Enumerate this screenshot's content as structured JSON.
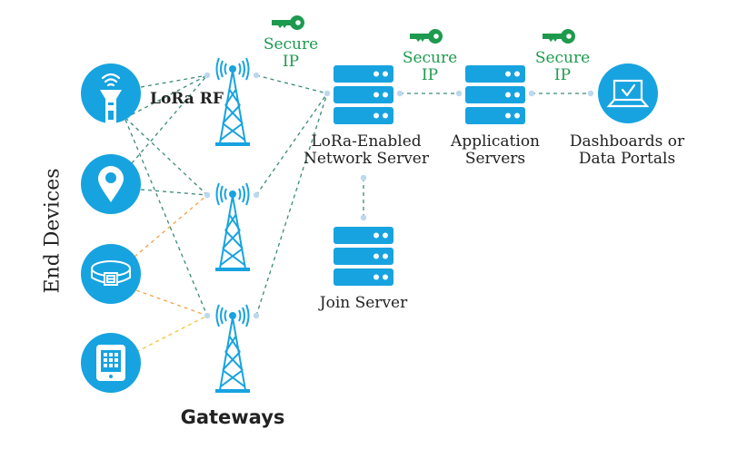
{
  "colors": {
    "device_blue": "#17a3e0",
    "secure_green": "#1e9a4e",
    "line_teal": "#3a8a7a",
    "line_orange": "#f0a24a",
    "line_yellow": "#f2c230",
    "node_dot": "#bcd8ee",
    "text_dark": "#222222"
  },
  "end_devices": {
    "label": "End Devices",
    "items": [
      {
        "name": "flashlight-sensor",
        "icon": "flashlight-wifi-icon"
      },
      {
        "name": "location-tracker",
        "icon": "map-pin-icon"
      },
      {
        "name": "wearable-collar",
        "icon": "collar-icon"
      },
      {
        "name": "tablet",
        "icon": "tablet-icon"
      }
    ]
  },
  "lora_rf_label": "LoRa RF",
  "gateways": {
    "label": "Gateways",
    "count": 3
  },
  "network_server": {
    "line1": "LoRa-Enabled",
    "line2": "Network Server"
  },
  "application_servers": {
    "line1": "Application",
    "line2": "Servers"
  },
  "dashboards": {
    "line1": "Dashboards or",
    "line2": "Data Portals"
  },
  "join_server": {
    "label": "Join Server"
  },
  "secure_links": [
    {
      "line1": "Secure",
      "line2": "IP"
    },
    {
      "line1": "Secure",
      "line2": "IP"
    },
    {
      "line1": "Secure",
      "line2": "IP"
    }
  ]
}
